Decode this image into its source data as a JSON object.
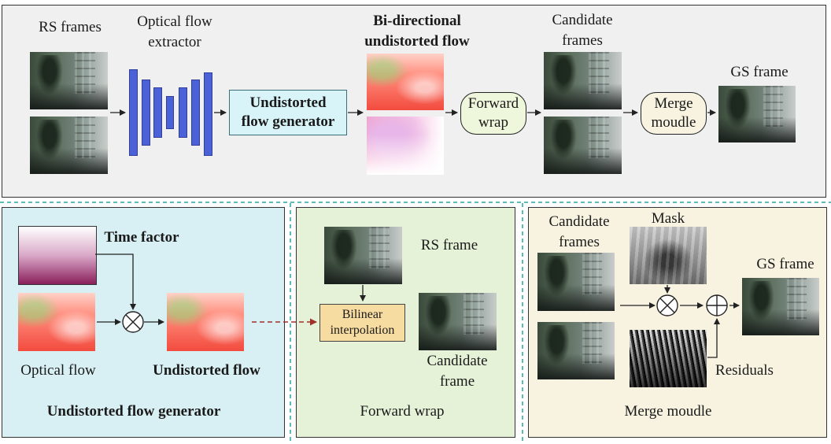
{
  "top_panel": {
    "rs_frames": "RS frames",
    "optical_flow_extractor": [
      "Optical flow",
      "extractor"
    ],
    "undistorted_flow_generator": [
      "Undistorted",
      "flow generator"
    ],
    "bidirectional_flow": [
      "Bi-directional",
      "undistorted flow"
    ],
    "forward_wrap": [
      "Forward",
      "wrap"
    ],
    "candidate_frames": [
      "Candidate",
      "frames"
    ],
    "merge_module": [
      "Merge",
      "moudle"
    ],
    "gs_frame": "GS frame"
  },
  "generator_panel": {
    "time_factor": "Time factor",
    "optical_flow": "Optical flow",
    "undistorted_flow": "Undistorted flow",
    "title": "Undistorted flow generator"
  },
  "forward_wrap_panel": {
    "rs_frame": "RS frame",
    "bilinear": [
      "Bilinear",
      "interpolation"
    ],
    "candidate_frame": [
      "Candidate",
      "frame"
    ],
    "title": "Forward wrap"
  },
  "merge_panel": {
    "candidate_frames": [
      "Candidate",
      "frames"
    ],
    "mask": "Mask",
    "gs_frame": "GS frame",
    "residuals": "Residuals",
    "title": "Merge moudle"
  },
  "colors": {
    "top_bg": "#f0f0f0",
    "generator_bg": "#d8f0f4",
    "wrap_bg": "#e6f2d8",
    "merge_bg": "#f7f3e0",
    "encoder_blue": "#4b61d8",
    "generator_box": "#d8f4f8",
    "wrap_box": "#eef7dc",
    "bilinear_box": "#f6dca0",
    "dashed_teal": "#5bbdb5",
    "dashed_arrow": "#a0302a"
  }
}
